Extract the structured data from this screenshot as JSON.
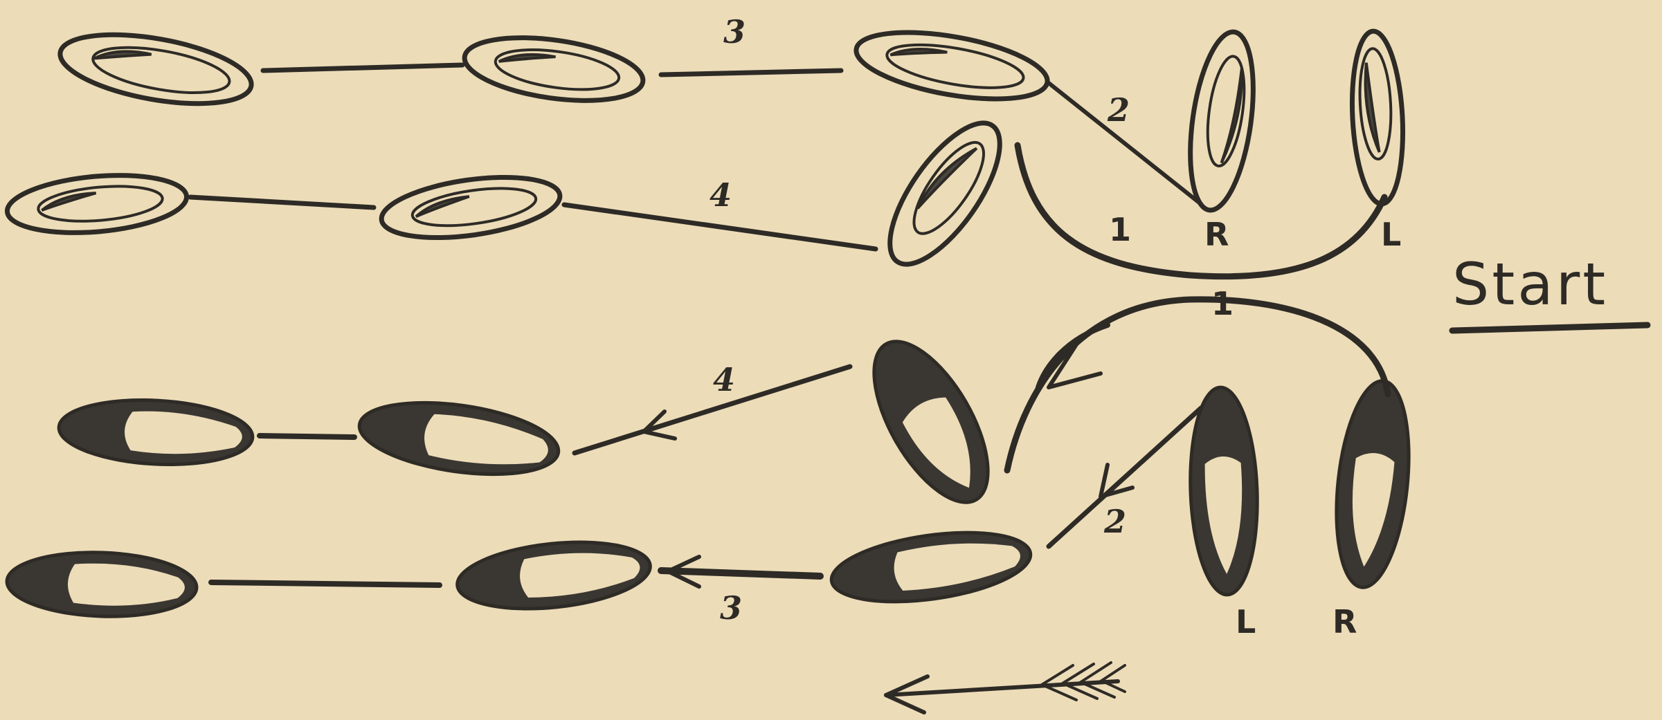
{
  "labels": {
    "start": "Start",
    "top_row": {
      "step_1": "1",
      "step_2": "2",
      "step_3": "3",
      "step_4": "4",
      "right_foot": "R",
      "left_foot": "L"
    },
    "bottom_row": {
      "step_1": "1",
      "step_2": "2",
      "step_3": "3",
      "step_4": "4",
      "left_foot": "L",
      "right_foot": "R"
    }
  },
  "colors": {
    "paper": "#ecdcb8",
    "ink": "#2e2b26"
  }
}
